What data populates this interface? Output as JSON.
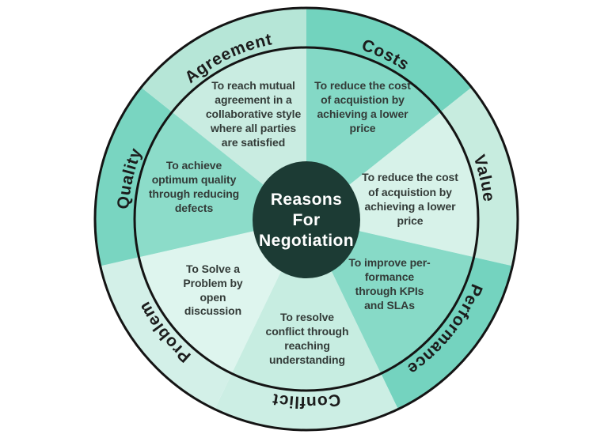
{
  "center": {
    "lines": [
      "Reasons",
      "For",
      "Negotiation"
    ]
  },
  "colors": {
    "background": "#ffffff",
    "outline": "#141414",
    "center": "#1c3b34",
    "center_text": "#ffffff",
    "label_text": "#1c1c1c",
    "description_text": "#333b38"
  },
  "segments": [
    {
      "label": "Costs",
      "ring": "#72d3be",
      "fill": "#84d9c6",
      "lines": [
        "To reduce the cost",
        "of acquistion by",
        "achieving a lower",
        "price"
      ]
    },
    {
      "label": "Value",
      "ring": "#c7ecdf",
      "fill": "#d7f2e9",
      "lines": [
        "To reduce the cost",
        "of acquistion by",
        "achieving a lower",
        "price"
      ]
    },
    {
      "label": "Performance",
      "ring": "#74d3bf",
      "fill": "#87dac7",
      "lines": [
        "To improve per-",
        "formance",
        "through KPIs",
        "and SLAs"
      ]
    },
    {
      "label": "Conflict",
      "ring": "#cceee4",
      "fill": "#c7ede1",
      "lines": [
        "To resolve",
        "conflict through",
        "reaching",
        "understanding"
      ]
    },
    {
      "label": "Problem",
      "ring": "#d3f0e8",
      "fill": "#def5ee",
      "lines": [
        "To Solve a",
        "Problem by",
        "open",
        "discussion"
      ]
    },
    {
      "label": "Quality",
      "ring": "#79d5c1",
      "fill": "#8cdcc9",
      "lines": [
        "To achieve",
        "optimum quality",
        "through reducing",
        "defects"
      ]
    },
    {
      "label": "Agreement",
      "ring": "#b6e6d7",
      "fill": "#c9ece1",
      "lines": [
        "To reach mutual",
        "agreement in a",
        "collaborative style",
        "where all parties",
        "are satisfied"
      ]
    }
  ]
}
